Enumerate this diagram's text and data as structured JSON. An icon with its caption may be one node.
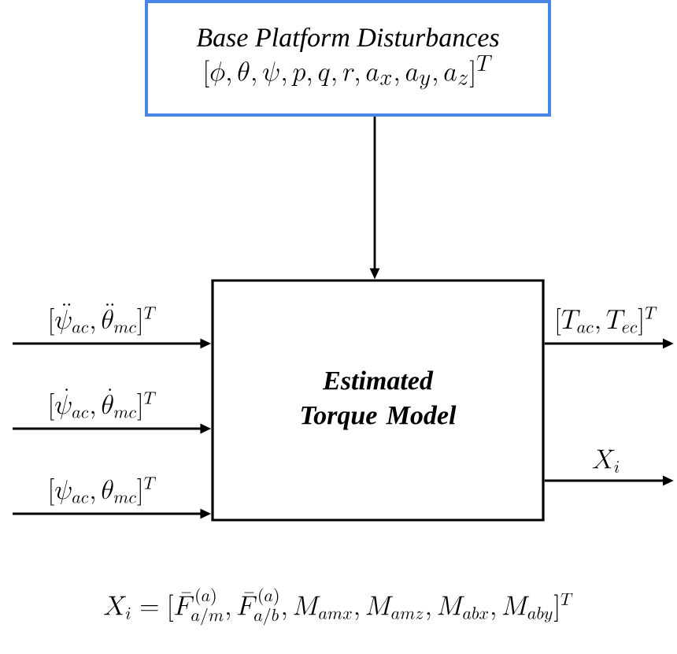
{
  "diagram": {
    "nodes": [
      {
        "text": [
          "Base Platform Disturbances",
          "[\\phi, \\theta, \\psi, p, q, r, a_x, a_y, a_z]^T"
        ]
      },
      {
        "text": [
          "Estimated Torque Model"
        ]
      }
    ],
    "edges": [
      {
        "from": 0,
        "to": 1,
        "arrow": "to"
      },
      {
        "from": null,
        "to": 1,
        "arrow": "to",
        "label": "[\\ddot{\\psi}_{ac}, \\ddot{\\theta}_{mc}]^T"
      },
      {
        "from": null,
        "to": 1,
        "arrow": "to",
        "label": "[\\dot{\\psi}_{ac}, \\dot{\\theta}_{mc}]^T"
      },
      {
        "from": null,
        "to": 1,
        "arrow": "to",
        "label": "[\\psi_{ac}, \\theta_{mc}]^T"
      },
      {
        "from": 1,
        "to": null,
        "arrow": "to",
        "label": "[T_{ac}, T_{ec}]^T"
      },
      {
        "from": 1,
        "to": null,
        "arrow": "to",
        "label": "X_i"
      }
    ],
    "labels": [
      "X_i = [\\bar{F}^{(a)}_{a/m}, \\bar{F}^{(a)}_{a/b}, M_{amx}, M_{amz}, M_{abx}, M_{aby}]^T"
    ]
  }
}
